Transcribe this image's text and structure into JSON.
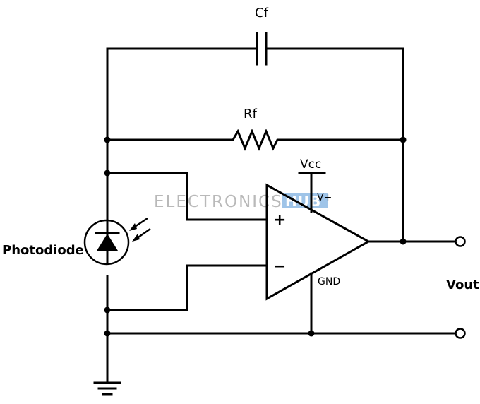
{
  "labels": {
    "cf": "Cf",
    "rf": "Rf",
    "vcc": "Vcc",
    "vplus": "V+",
    "gnd": "GND",
    "plus": "+",
    "minus": "−",
    "photodiode": "Photodiode",
    "vout": "Vout"
  },
  "watermark": {
    "main": "ELECTRONICS",
    "badge": "HUB",
    "badge_color": "#9fc4e8"
  }
}
